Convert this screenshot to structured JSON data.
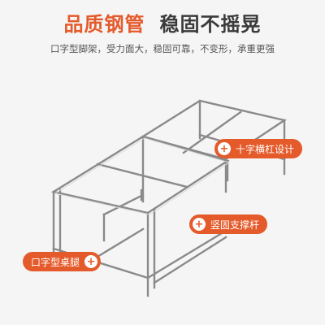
{
  "headline": {
    "accent": "品质钢管",
    "main": "稳固不摇晃"
  },
  "subtitle": "口字型脚架，受力面大，稳固可靠，不变形，承重更强",
  "callouts": {
    "cross_beam": "十字横杠设计",
    "vertical_support": "竖固支撑杆",
    "leg": "口字型桌腿"
  },
  "colors": {
    "accent": "#e45a2a",
    "steel": "#8a8a8a",
    "background": "#f5f5f5"
  },
  "icons": {
    "callout_marker": "plus-icon"
  }
}
